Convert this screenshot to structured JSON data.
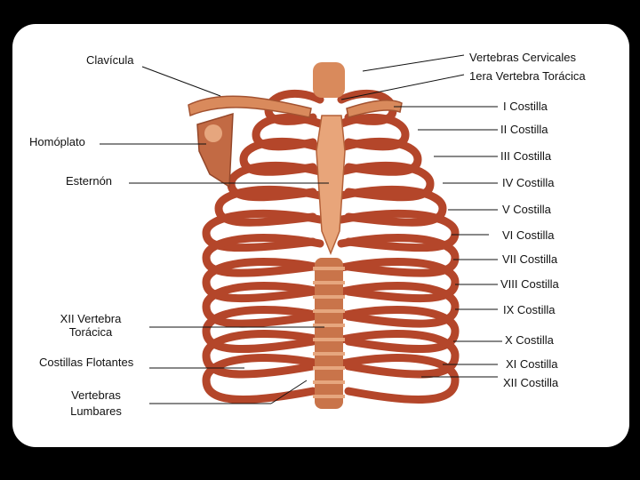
{
  "colors": {
    "background": "#000000",
    "card": "#ffffff",
    "bone": "#e39a6a",
    "rib": "#b4462a",
    "cartilage": "#e6a67e",
    "leader_line": "#111111"
  },
  "labels": {
    "clavicula": "Clavícula",
    "homoplato": "Homóplato",
    "esternon": "Esternón",
    "xii_vertebra_line1": "XII Vertebra",
    "xii_vertebra_line2": "Torácica",
    "costillas_flotantes": "Costillas Flotantes",
    "lumbares_line1": "Vertebras",
    "lumbares_line2": "Lumbares",
    "vertebras_cervicales": "Vertebras Cervicales",
    "primera_toracica": "1era Vertebra Torácica",
    "costilla_1": "I Costilla",
    "costilla_2": "II Costilla",
    "costilla_3": "III Costilla",
    "costilla_4": "IV Costilla",
    "costilla_5": "V Costilla",
    "costilla_6": "VI Costilla",
    "costilla_7": "VII Costilla",
    "costilla_8": "VIII Costilla",
    "costilla_9": "IX Costilla",
    "costilla_10": "X Costilla",
    "costilla_11": "XI Costilla",
    "costilla_12": "XII Costilla"
  }
}
